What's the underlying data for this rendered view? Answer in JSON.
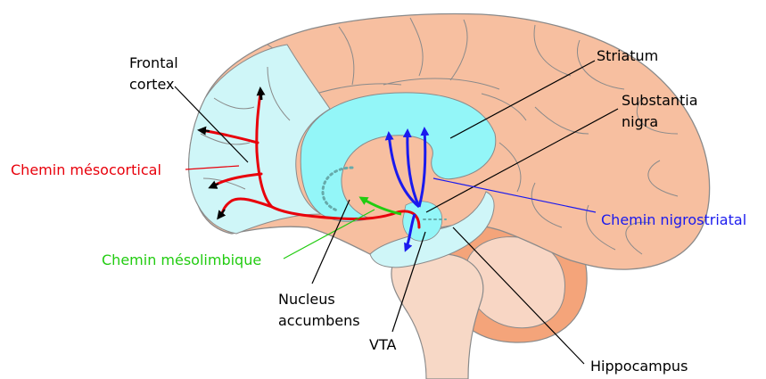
{
  "labels": {
    "frontal_cortex_1": "Frontal",
    "frontal_cortex_2": "cortex",
    "striatum": "Striatum",
    "substantia_nigra_1": "Substantia",
    "substantia_nigra_2": "nigra",
    "chemin_mesocortical": "Chemin mésocortical",
    "chemin_nigrostriatal": "Chemin nigrostriatal",
    "chemin_mesolimbique": "Chemin mésolimbique",
    "nucleus_accumbens_1": "Nucleus",
    "nucleus_accumbens_2": "accumbens",
    "vta": "VTA",
    "hippocampus": "Hippocampus"
  },
  "colors": {
    "cortex": "#f7bfa0",
    "cortex_outline": "#8a8a8a",
    "frontal": "#cff6f8",
    "striatum": "#93f6f8",
    "hippocampus": "#cff6f8",
    "brainstem": "#f7d8c6",
    "cerebellum": "#f4a47a",
    "mesocortical": "#e8000b",
    "mesolimbic": "#22cc11",
    "nigrostriatal": "#1a1aee",
    "accumbens_dots": "#66aaaa"
  }
}
